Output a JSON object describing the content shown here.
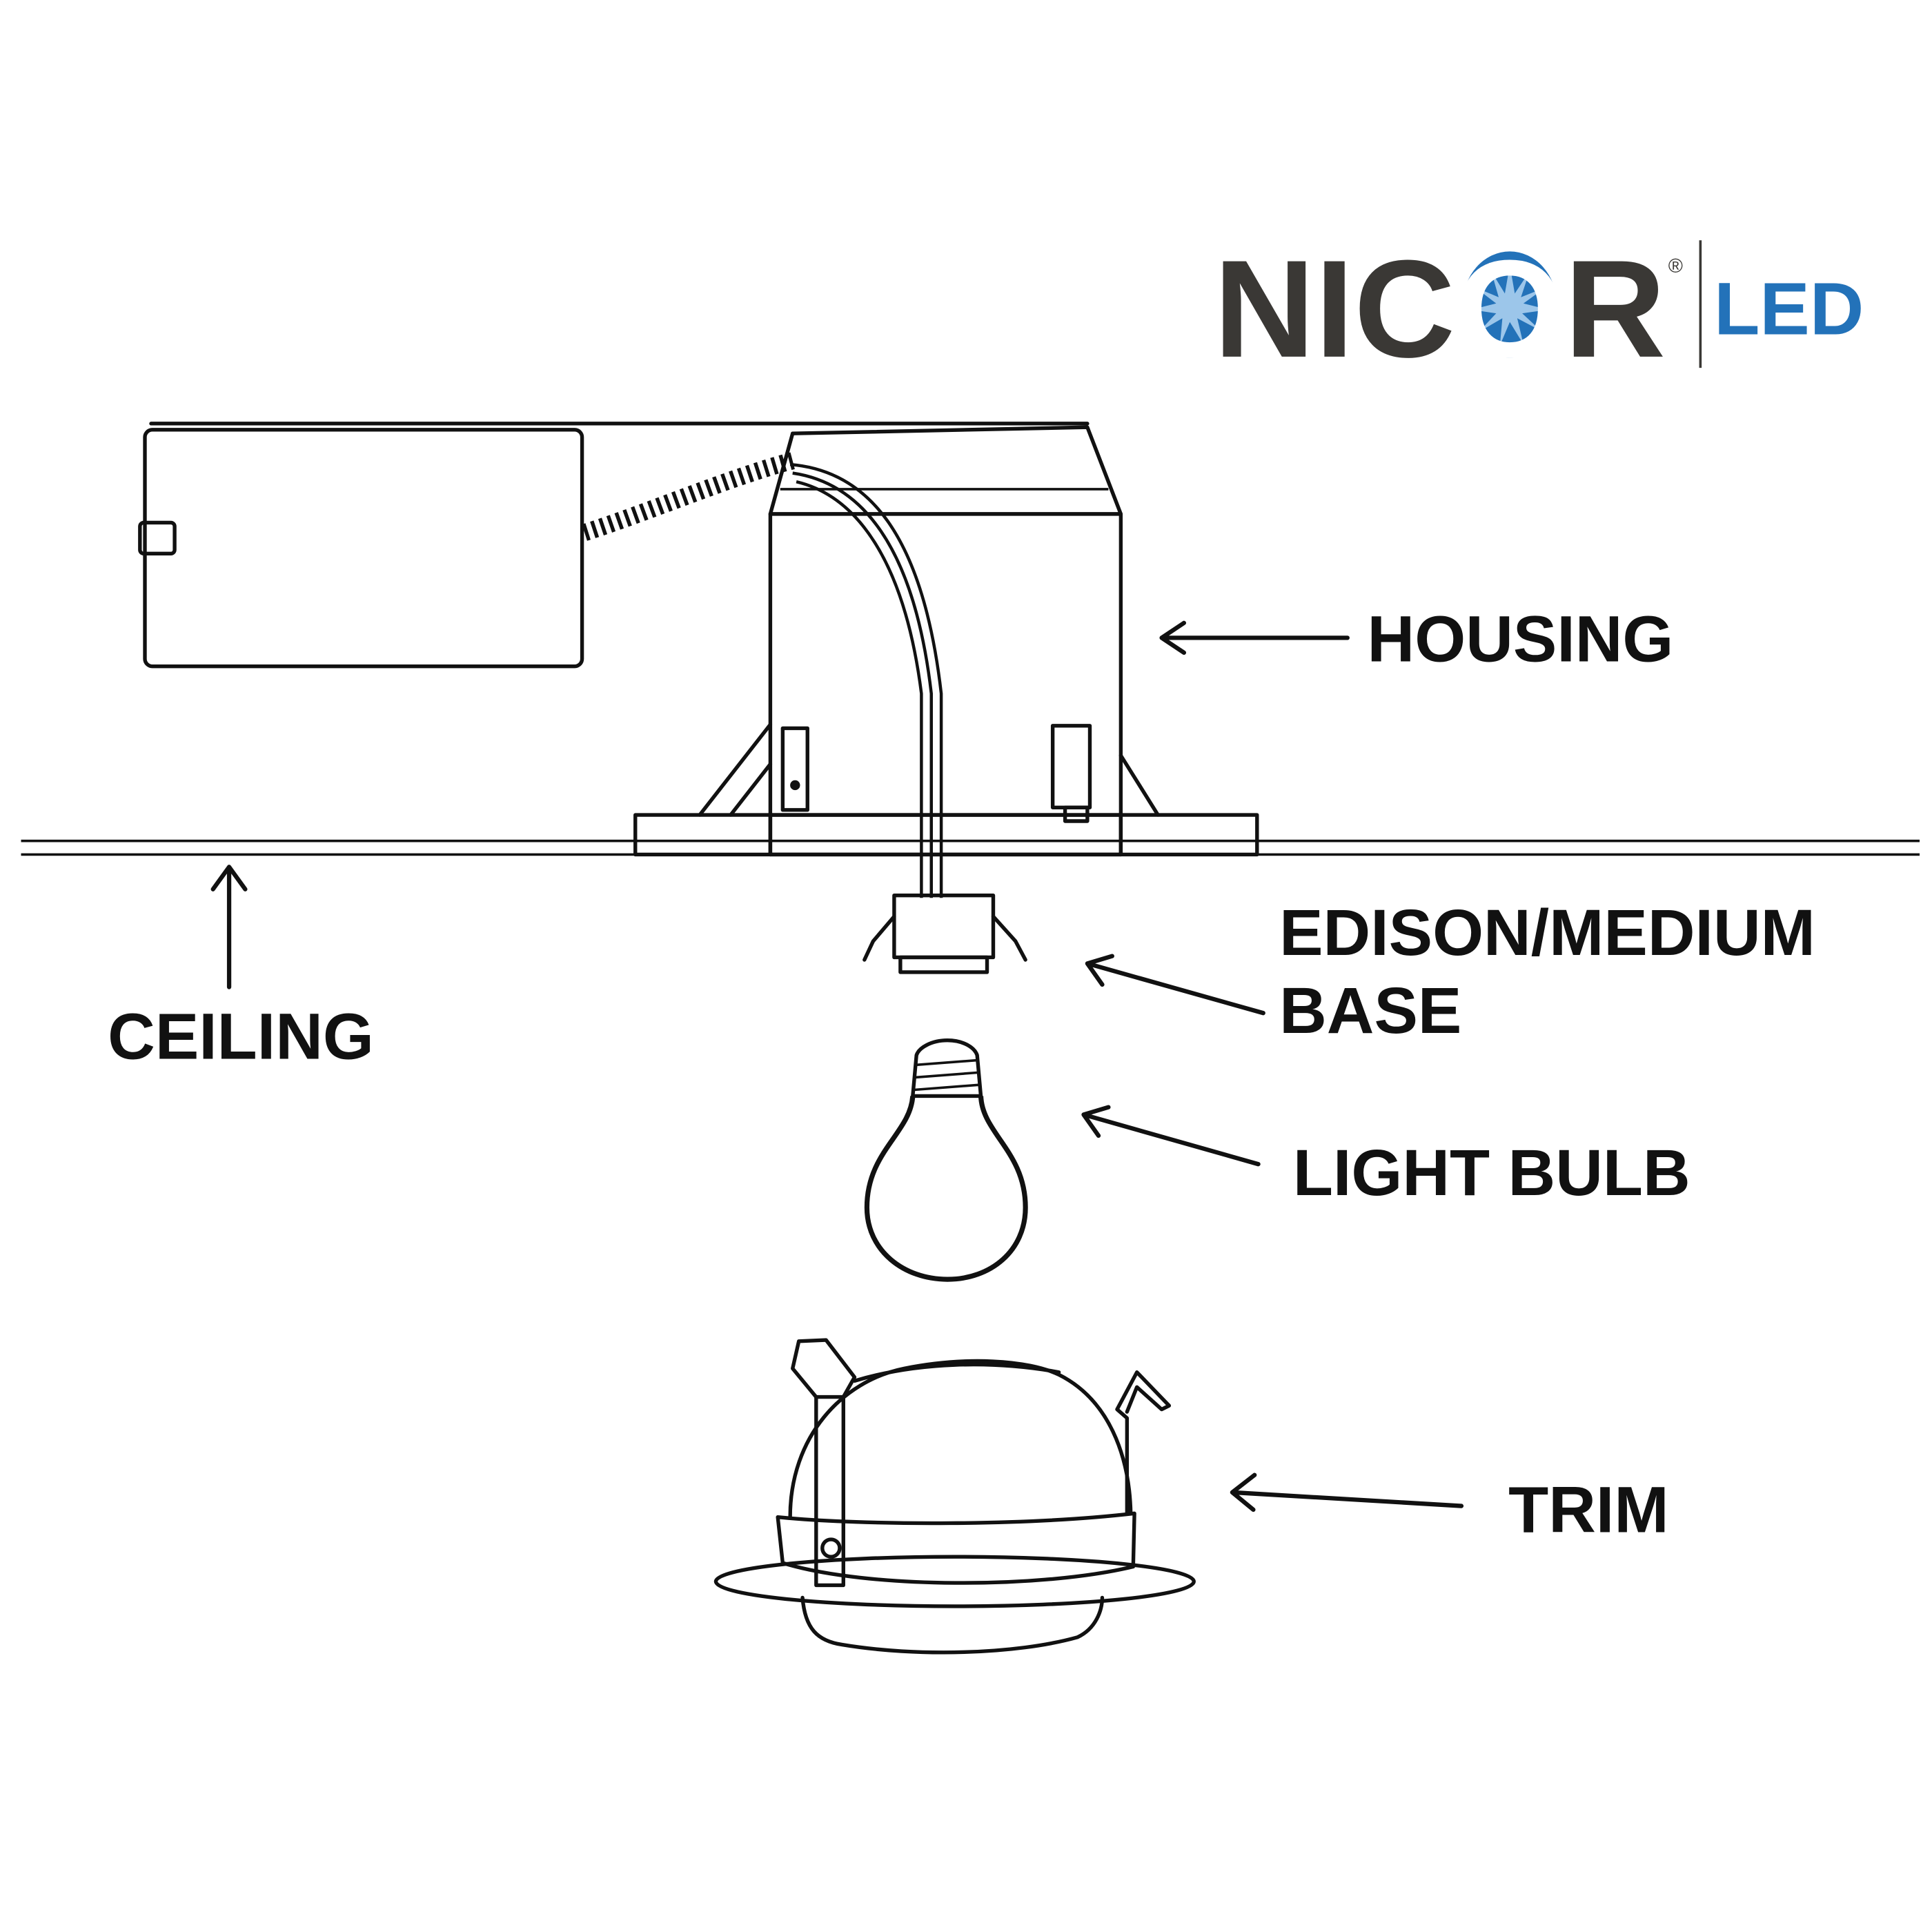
{
  "logo": {
    "brand": "NICOR",
    "registered": "®",
    "suffix": "LED",
    "brand_color": "#3a3835",
    "accent_color": "#2372b9"
  },
  "labels": {
    "housing": "HOUSING",
    "ceiling": "CEILING",
    "base_line1": "EDISON/MEDIUM",
    "base_line2": "BASE",
    "bulb": "LIGHT BULB",
    "trim": "TRIM"
  }
}
